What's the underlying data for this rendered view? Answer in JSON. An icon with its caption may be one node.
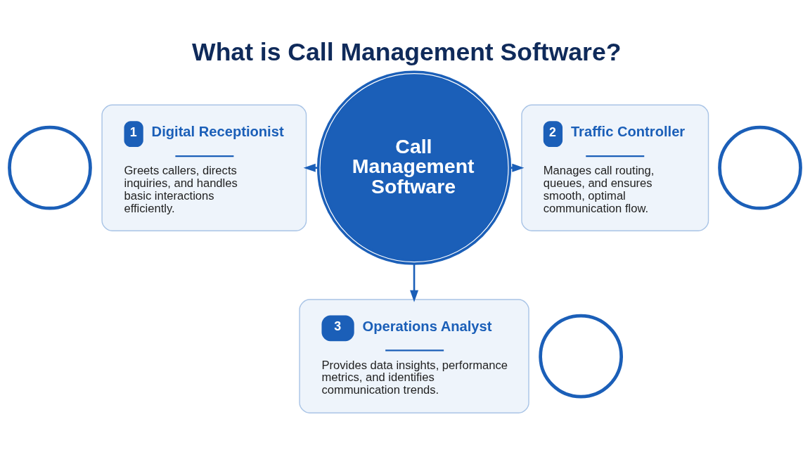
{
  "diagram": {
    "title": "What is Call Management Software?",
    "nodes": [
      {
        "text": [
          "Call Management Software"
        ]
      },
      {
        "text": [
          "1",
          "Digital Receptionist",
          "Greets callers, directs inquiries, and handles basic interactions efficiently."
        ]
      },
      {
        "text": [
          "2",
          "Traffic Controller",
          "Manages call routing, queues, and ensures smooth, optimal communication flow."
        ]
      },
      {
        "text": [
          "3",
          "Operations Analyst",
          "Provides data insights, performance metrics, and identifies communication trends."
        ]
      },
      {
        "text": [],
        "shape": "circle"
      },
      {
        "text": [],
        "shape": "circle"
      },
      {
        "text": [],
        "shape": "circle"
      }
    ],
    "edges": [
      {
        "from": 0,
        "to": 1,
        "arrow": "to"
      },
      {
        "from": 0,
        "to": 2,
        "arrow": "to"
      },
      {
        "from": 0,
        "to": 3,
        "arrow": "to"
      }
    ]
  }
}
